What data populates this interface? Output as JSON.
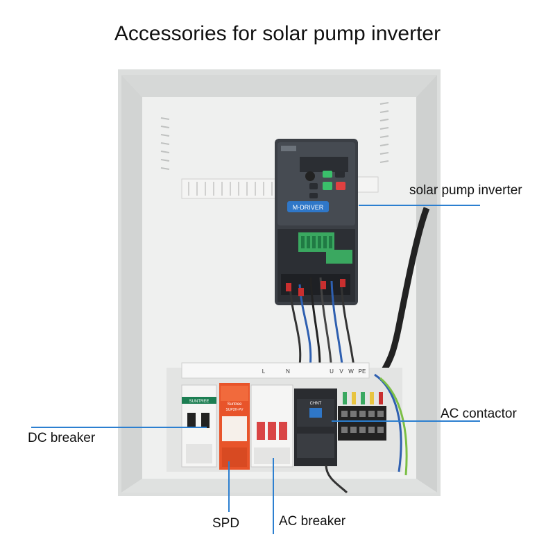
{
  "title": "Accessories for solar pump inverter",
  "labels": {
    "inverter": "solar pump inverter",
    "contactor": "AC contactor",
    "dc_breaker": "DC breaker",
    "spd": "SPD",
    "ac_breaker": "AC breaker"
  },
  "device_text": {
    "brand": "M-DRIVER",
    "spd_brand": "Suntree",
    "spd_model": "SUP2H-PV",
    "dc_brand": "SUNTREE",
    "rail_l": "L",
    "rail_n": "N",
    "rail_u": "U",
    "rail_v": "V",
    "rail_w": "W",
    "rail_pe": "PE",
    "contactor_brand": "CHNT"
  },
  "colors": {
    "enclosure": "#e9ebea",
    "inverter": "#3b3f45",
    "spd": "#e8542a",
    "terminal": "#3aa860",
    "callout_line": "#2c7fd0"
  }
}
